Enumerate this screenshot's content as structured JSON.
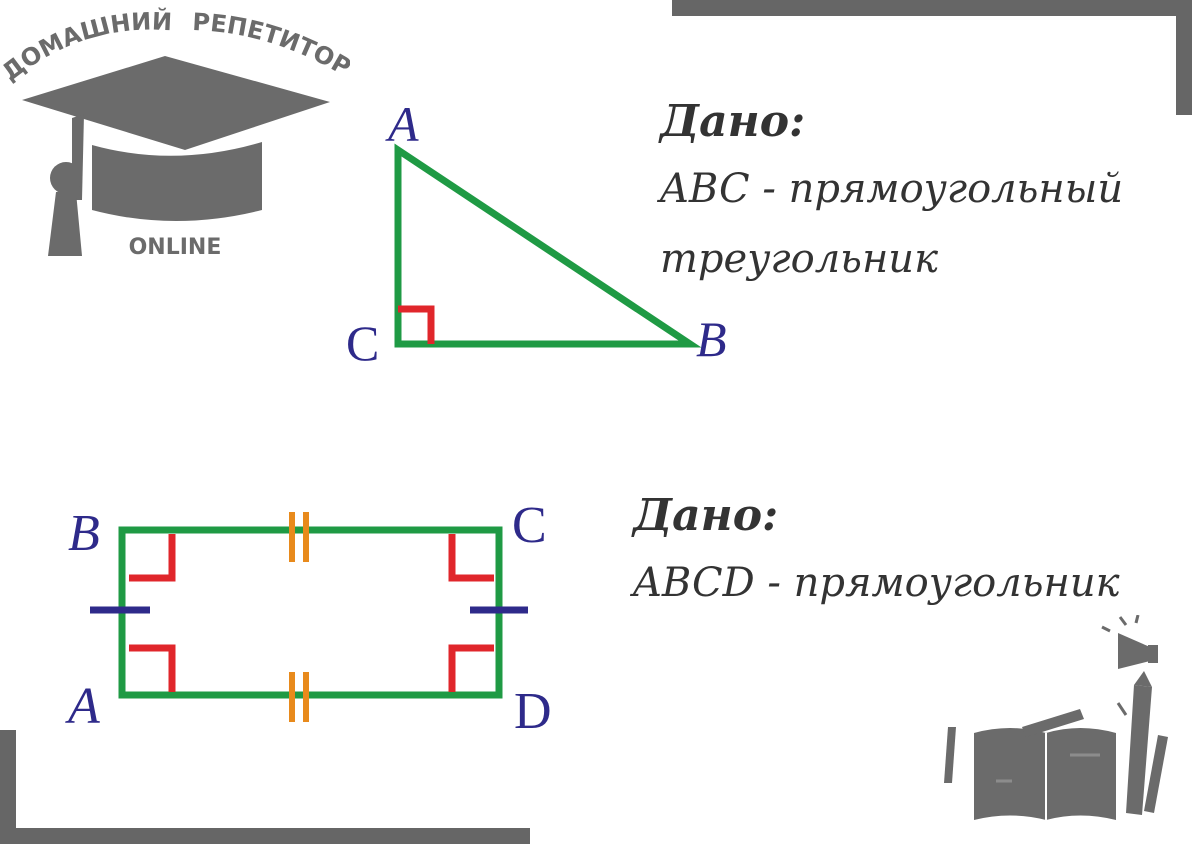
{
  "logo": {
    "line1": "ДОМАШНИЙ",
    "line2": "РЕПЕТИТОР",
    "line3": "ONLINE"
  },
  "problem1": {
    "given_title": "Дано:",
    "given_lines": [
      "ABC - прямоугольный",
      "треугольник"
    ],
    "vertices": {
      "a": "A",
      "b": "B",
      "c": "C"
    }
  },
  "problem2": {
    "given_title": "Дано:",
    "given_lines": [
      "ABCD - прямоугольник"
    ],
    "vertices": {
      "a": "A",
      "b": "B",
      "c": "C",
      "d": "D"
    }
  },
  "colors": {
    "figure": "#1f9a44",
    "right_angle": "#e0262b",
    "tick_long": "#e88a1c",
    "tick_short": "#2e2a8a",
    "labels": "#2e2a8a",
    "frame": "#666666"
  }
}
